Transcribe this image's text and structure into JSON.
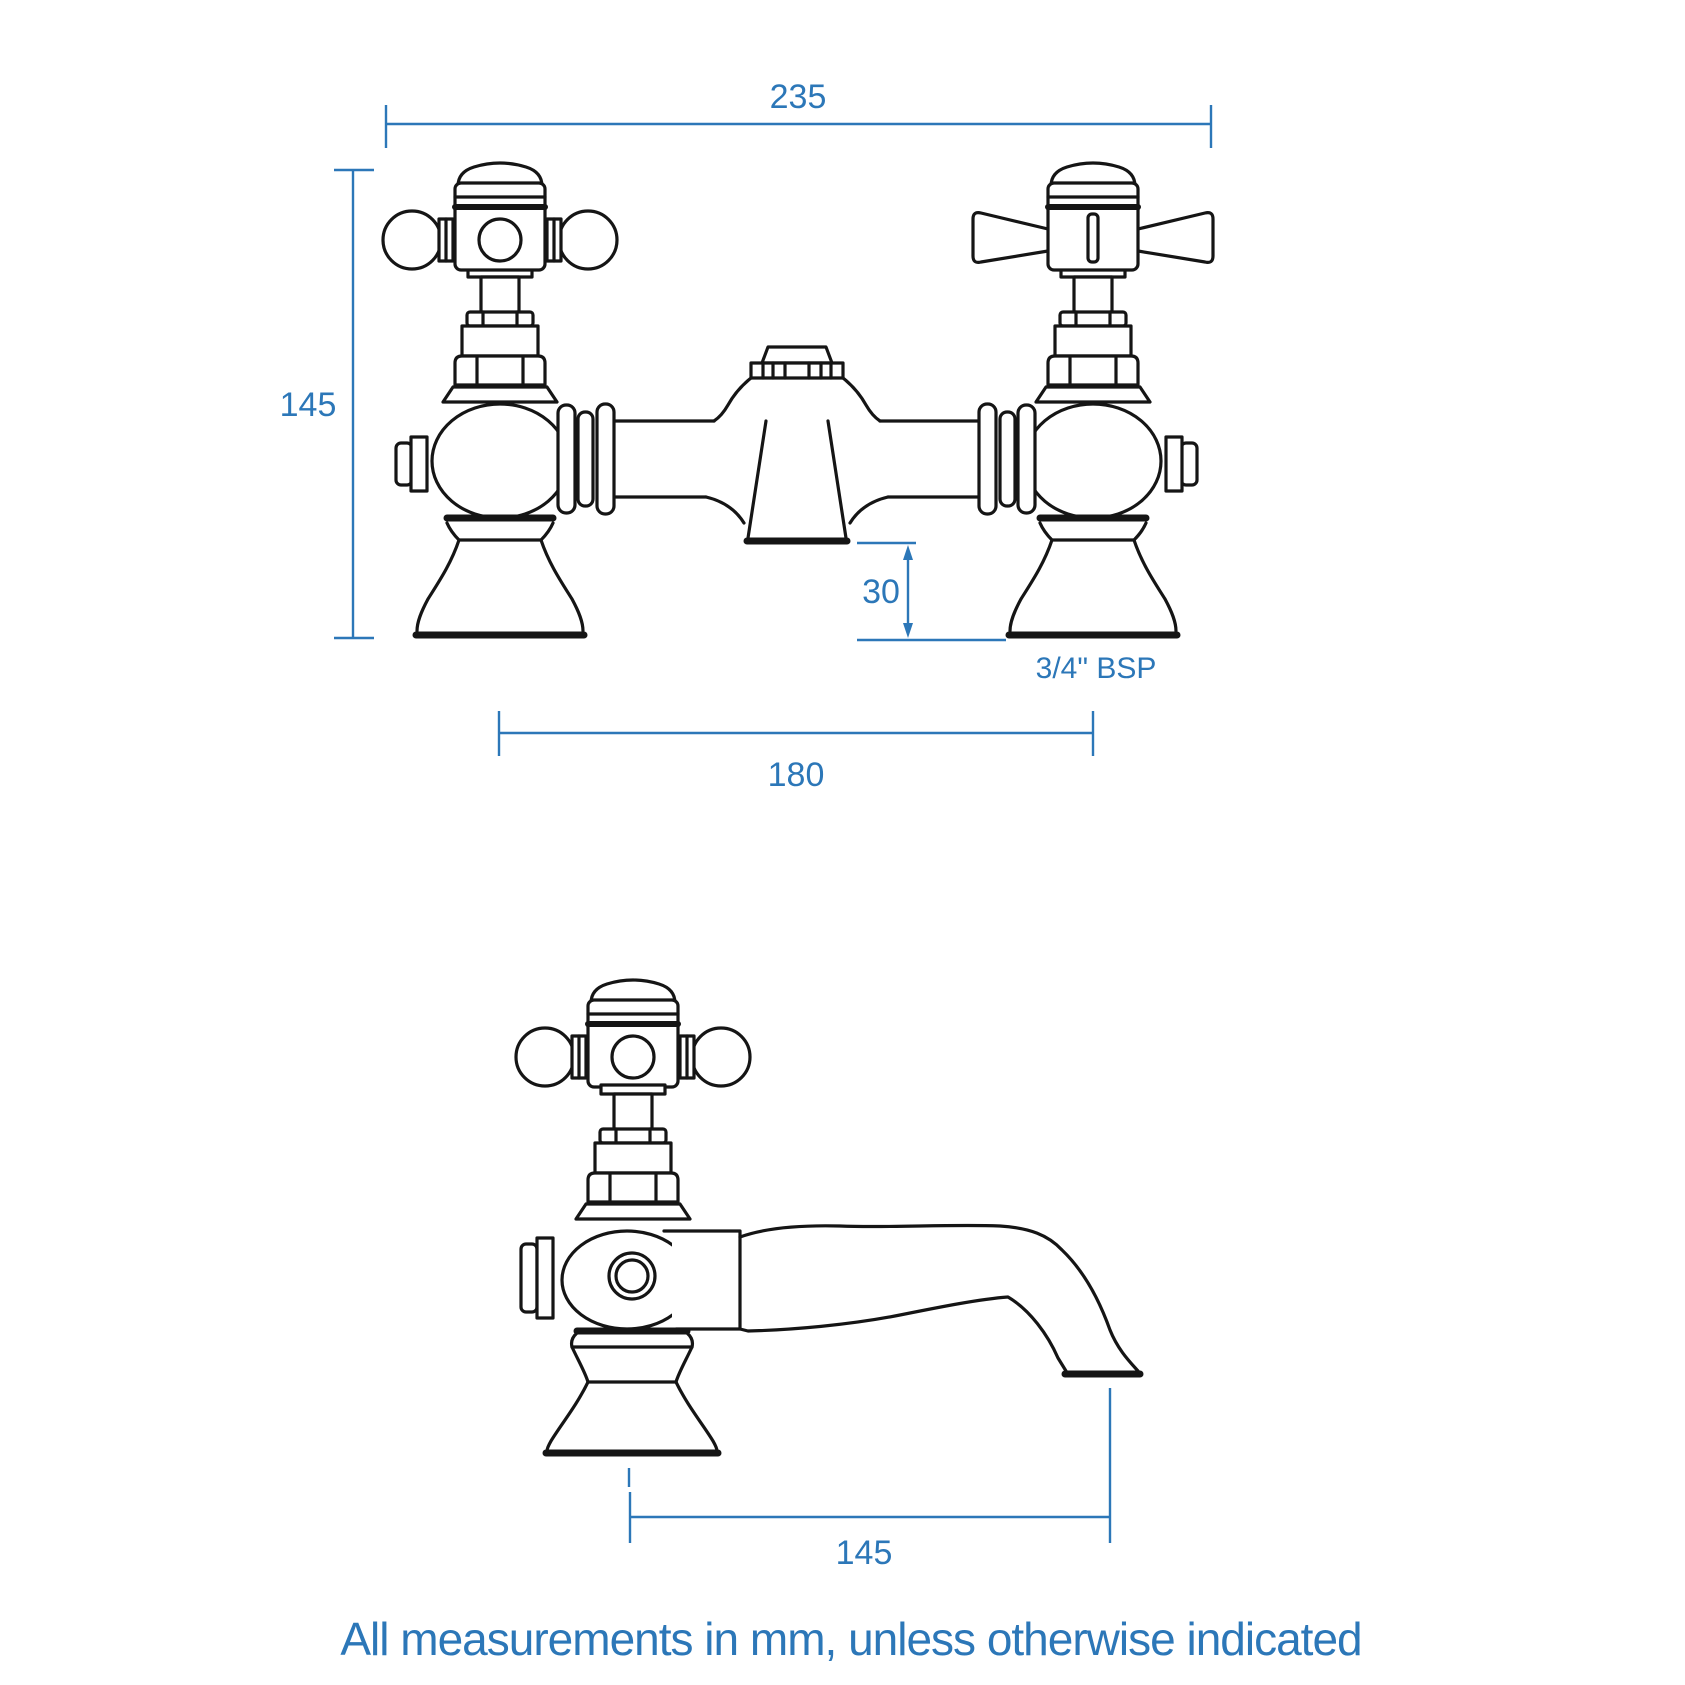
{
  "document": {
    "type": "technical-dimension-drawing",
    "subject": "bath filler tap, front and side elevations"
  },
  "colors": {
    "dimension": "#2c77b8",
    "line_art": "#151515",
    "background": "#ffffff"
  },
  "dims": {
    "front_width": "235",
    "front_height": "145",
    "spout_clearance": "30",
    "thread": "3/4\" BSP",
    "tap_centres": "180",
    "side_reach": "145"
  },
  "footer": {
    "note": "All measurements in mm, unless otherwise indicated"
  }
}
